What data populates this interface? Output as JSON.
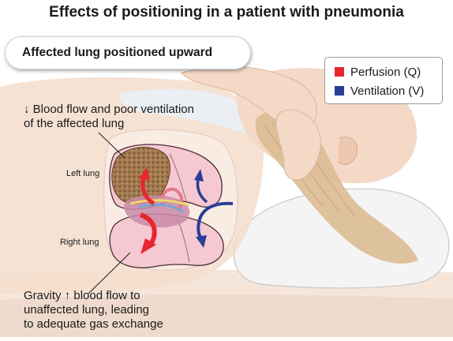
{
  "title": "Effects of positioning in a patient with pneumonia",
  "banner": "Affected lung positioned upward",
  "legend": {
    "items": [
      {
        "label": "Perfusion (Q)",
        "color": "#e8262d"
      },
      {
        "label": "Ventilation (V)",
        "color": "#283f95"
      }
    ]
  },
  "annotations": {
    "top_arrow": "↓",
    "top_line1": " Blood flow and poor ventilation",
    "top_line2": "of the affected lung",
    "left_lung": "Left lung",
    "right_lung": "Right lung",
    "bottom_pre": "Gravity ",
    "bottom_arrow": "↑",
    "bottom_line1_rest": " blood flow to",
    "bottom_line2": "unaffected lung, leading",
    "bottom_line3": "to adequate gas exchange"
  },
  "colors": {
    "lung_fill": "#f6c8d2",
    "lung_stroke": "#5a3a40",
    "consolidation": "#a0774e",
    "skin": "#f3d9c6",
    "hair": "#d8b892",
    "pillow": "#f0f0f0",
    "perfusion": "#e8262d",
    "ventilation": "#283f95"
  }
}
